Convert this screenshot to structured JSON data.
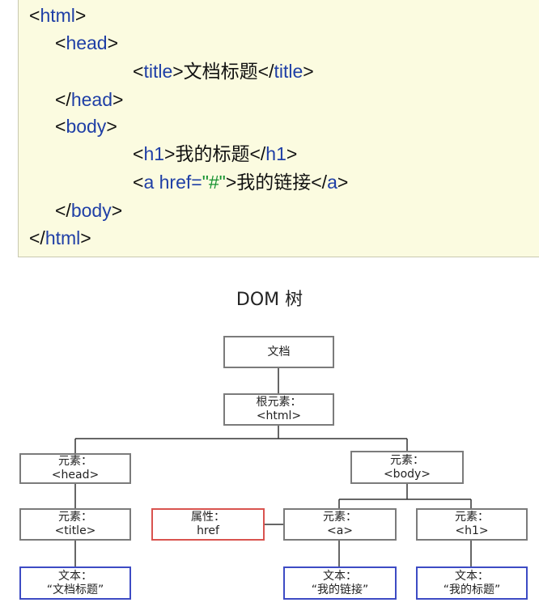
{
  "code": {
    "lines": [
      [
        {
          "t": "<",
          "c": "punc"
        },
        {
          "t": "html",
          "c": "tag"
        },
        {
          "t": ">",
          "c": "punc"
        }
      ],
      [
        {
          "t": "<",
          "c": "punc"
        },
        {
          "t": "head",
          "c": "tag"
        },
        {
          "t": ">",
          "c": "punc"
        }
      ],
      [
        {
          "t": "<",
          "c": "punc"
        },
        {
          "t": "title",
          "c": "tag"
        },
        {
          "t": ">",
          "c": "punc"
        },
        {
          "t": "文档标题",
          "c": "txt"
        },
        {
          "t": "</",
          "c": "punc"
        },
        {
          "t": "title",
          "c": "tag"
        },
        {
          "t": ">",
          "c": "punc"
        }
      ],
      [
        {
          "t": "</",
          "c": "punc"
        },
        {
          "t": "head",
          "c": "tag"
        },
        {
          "t": ">",
          "c": "punc"
        }
      ],
      [
        {
          "t": "<",
          "c": "punc"
        },
        {
          "t": "body",
          "c": "tag"
        },
        {
          "t": ">",
          "c": "punc"
        }
      ],
      [
        {
          "t": "<",
          "c": "punc"
        },
        {
          "t": "h1",
          "c": "tag"
        },
        {
          "t": ">",
          "c": "punc"
        },
        {
          "t": "我的标题",
          "c": "txt"
        },
        {
          "t": "</",
          "c": "punc"
        },
        {
          "t": "h1",
          "c": "tag"
        },
        {
          "t": ">",
          "c": "punc"
        }
      ],
      [
        {
          "t": "<",
          "c": "punc"
        },
        {
          "t": "a href=",
          "c": "tag"
        },
        {
          "t": "\"#\"",
          "c": "str"
        },
        {
          "t": ">",
          "c": "punc"
        },
        {
          "t": "我的链接",
          "c": "txt"
        },
        {
          "t": "</",
          "c": "punc"
        },
        {
          "t": "a",
          "c": "tag"
        },
        {
          "t": ">",
          "c": "punc"
        }
      ],
      [
        {
          "t": "</",
          "c": "punc"
        },
        {
          "t": "body",
          "c": "tag"
        },
        {
          "t": ">",
          "c": "punc"
        }
      ],
      [
        {
          "t": "</",
          "c": "punc"
        },
        {
          "t": "html",
          "c": "tag"
        },
        {
          "t": ">",
          "c": "punc"
        }
      ]
    ]
  },
  "dom_title": "DOM 树",
  "nodes": {
    "document": {
      "line1": "文档",
      "line2": ""
    },
    "root": {
      "line1": "根元素：",
      "line2": "<html>"
    },
    "head": {
      "line1": "元素：",
      "line2": "<head>"
    },
    "body": {
      "line1": "元素：",
      "line2": "<body>"
    },
    "title": {
      "line1": "元素：",
      "line2": "<title>"
    },
    "attr": {
      "line1": "属性：",
      "line2": "href"
    },
    "a": {
      "line1": "元素：",
      "line2": "<a>"
    },
    "h1": {
      "line1": "元素：",
      "line2": "<h1>"
    },
    "text_title": {
      "line1": "文本：",
      "line2": "“文档标题”"
    },
    "text_a": {
      "line1": "文本：",
      "line2": "“我的链接”"
    },
    "text_h1": {
      "line1": "文本：",
      "line2": "“我的标题”"
    }
  }
}
